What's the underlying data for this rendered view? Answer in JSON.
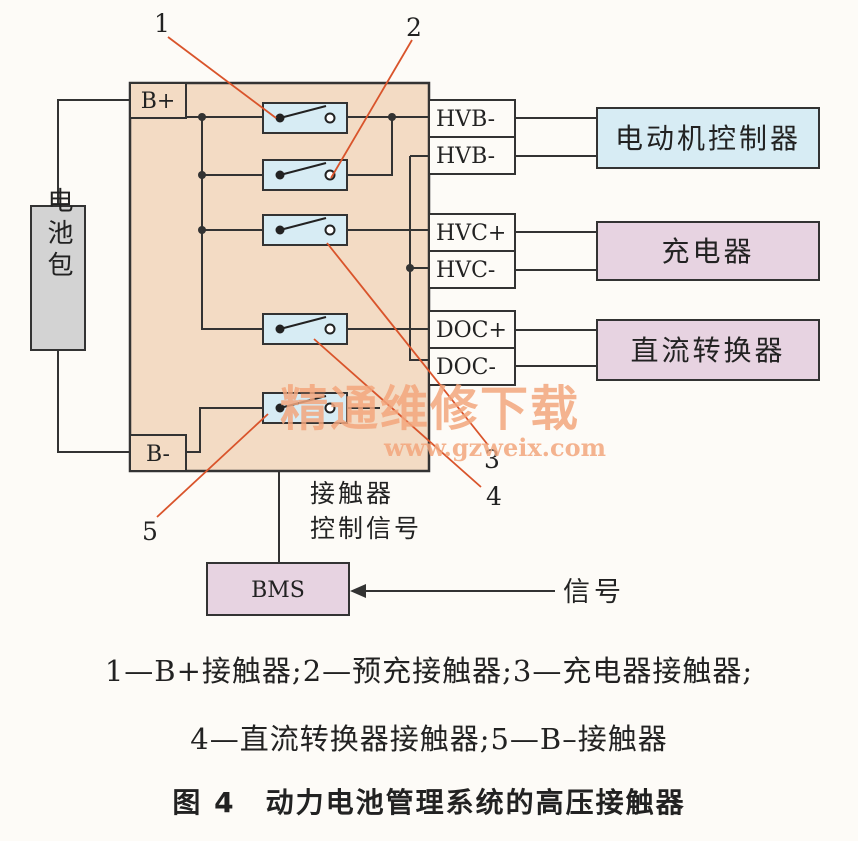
{
  "labels": {
    "battery_pack": "电池包",
    "b_plus": "B+",
    "b_minus": "B-",
    "ports": [
      "HVB-",
      "HVB-",
      "HVC+",
      "HVC-",
      "DOC+",
      "DOC-"
    ],
    "motor_controller": "电动机控制器",
    "charger": "充电器",
    "dc_converter": "直流转换器",
    "bms": "BMS",
    "contactor_control_signal_line1": "接触器",
    "contactor_control_signal_line2": "控制信号",
    "signal": "信号",
    "callouts": [
      "1",
      "2",
      "3",
      "4",
      "5"
    ]
  },
  "watermark": {
    "text": "精通维修下载",
    "url": "www.gzweix.com"
  },
  "legend": {
    "line1": "1—B+接触器;2—预充接触器;3—充电器接触器;",
    "line2": "4—直流转换器接触器;5—B–接触器"
  },
  "figure_title": "图 4　动力电池管理系统的高压接触器",
  "colors": {
    "main_box": "#f3dbc4",
    "component_box": "#d7ecf4",
    "output_box": "#e7d3e1",
    "battery_box": "#d3d3d3",
    "callout_line": "#d9542b",
    "watermark": "#f2a67c"
  }
}
